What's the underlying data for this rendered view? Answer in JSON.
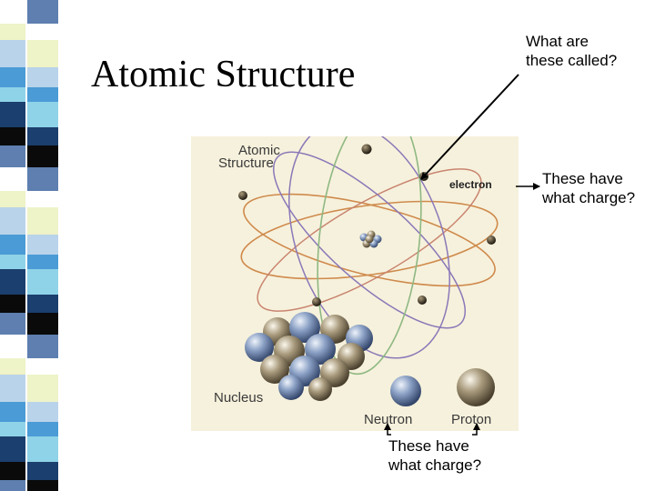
{
  "slide": {
    "title": "Atomic Structure",
    "callouts": {
      "name_question": [
        "What are",
        "these called?"
      ],
      "electron_charge": [
        "These have",
        "what charge?"
      ],
      "nucleon_charge": [
        "These have",
        "what charge?"
      ]
    }
  },
  "figure": {
    "heading": [
      "Atomic",
      "Structure"
    ],
    "labels": {
      "electron": "electron",
      "nucleus": "Nucleus",
      "neutron": "Neutron",
      "proton": "Proton"
    },
    "colors": {
      "background": "#f6f1dc",
      "orbit_orange": "#cf8a4c",
      "orbit_purple": "#8a78b8",
      "orbit_green": "#8fb882",
      "neutron": "#6f84a9",
      "proton": "#8c7f66"
    }
  },
  "decor": {
    "stripe_colors": [
      "#ffffff",
      "#4a9bd6",
      "#0a0a0a",
      "#eef3c8",
      "#8fd3e8",
      "#5e7fb0",
      "#b9d3ea",
      "#1b3f6e"
    ]
  }
}
